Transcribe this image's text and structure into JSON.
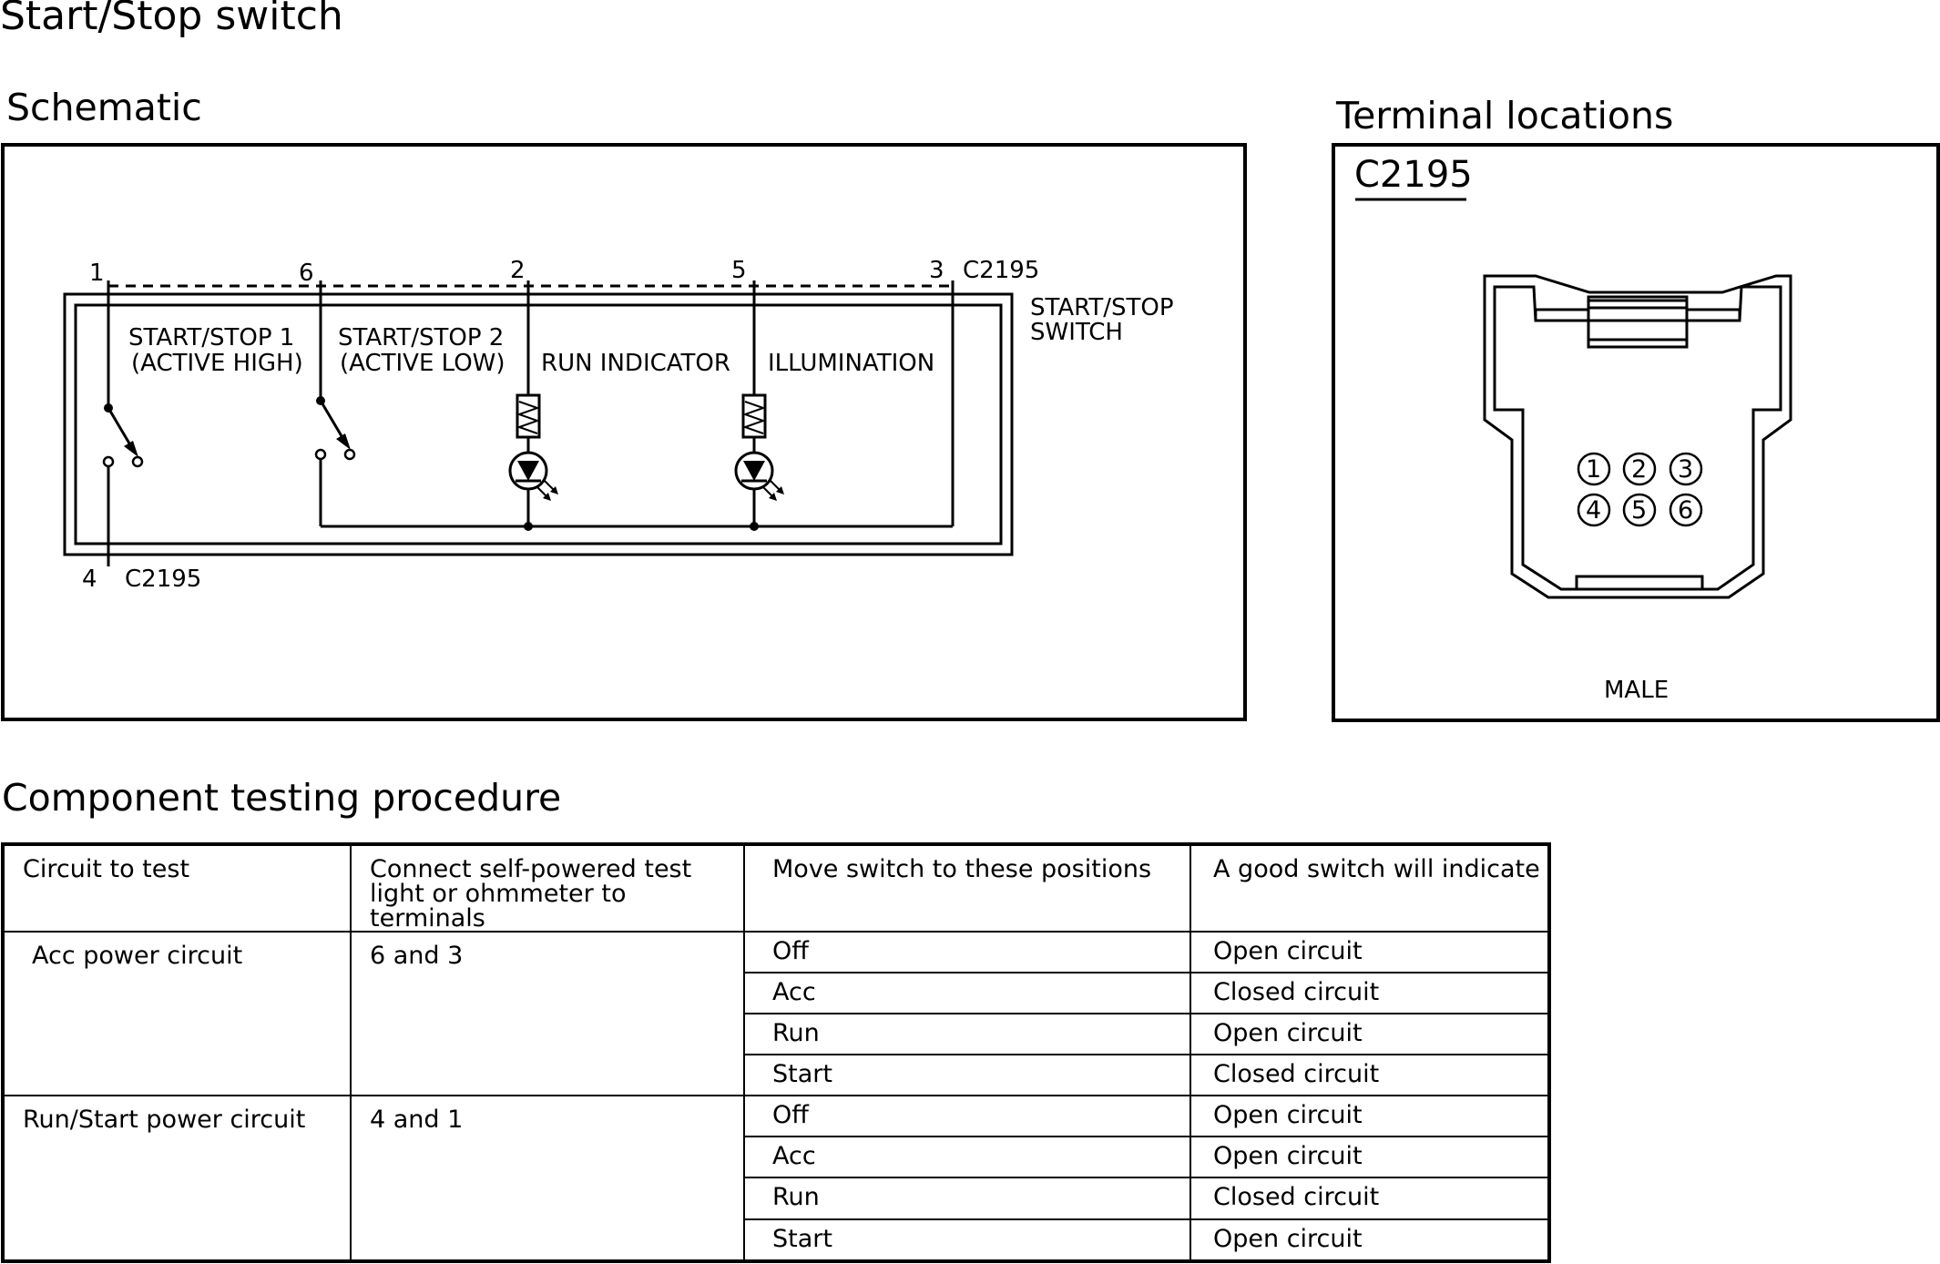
{
  "page": {
    "title": "Start/Stop switch"
  },
  "schematic": {
    "heading": "Schematic",
    "connector_top": "C2195",
    "connector_bottom": "C2195",
    "pin_labels": [
      "1",
      "6",
      "2",
      "5",
      "3"
    ],
    "pin_bottom": "4",
    "component_label_line1": "START/STOP",
    "component_label_line2": "SWITCH",
    "circuits": [
      {
        "line1": "START/STOP 1",
        "line2": "(ACTIVE HIGH)"
      },
      {
        "line1": "START/STOP 2",
        "line2": "(ACTIVE LOW)"
      },
      {
        "line1": "RUN INDICATOR"
      },
      {
        "line1": "ILLUMINATION"
      }
    ]
  },
  "terminal": {
    "heading": "Terminal locations",
    "connector": "C2195",
    "pins_row1": [
      "1",
      "2",
      "3"
    ],
    "pins_row2": [
      "4",
      "5",
      "6"
    ],
    "gender": "MALE"
  },
  "procedure": {
    "heading": "Component testing procedure",
    "columns": [
      "Circuit to test",
      "Connect self-powered test light or ohmmeter to terminals",
      "Move switch to these positions",
      "A good switch will indicate"
    ],
    "groups": [
      {
        "circuit": "Acc power circuit",
        "terminals": "6 and 3",
        "rows": [
          {
            "position": "Off",
            "indication": "Open circuit"
          },
          {
            "position": "Acc",
            "indication": "Closed circuit"
          },
          {
            "position": "Run",
            "indication": "Open circuit"
          },
          {
            "position": "Start",
            "indication": "Closed circuit"
          }
        ]
      },
      {
        "circuit": "Run/Start power circuit",
        "terminals": "4 and 1",
        "rows": [
          {
            "position": "Off",
            "indication": "Open circuit"
          },
          {
            "position": "Acc",
            "indication": "Open circuit"
          },
          {
            "position": "Run",
            "indication": "Closed circuit"
          },
          {
            "position": "Start",
            "indication": "Open circuit"
          }
        ]
      }
    ]
  }
}
